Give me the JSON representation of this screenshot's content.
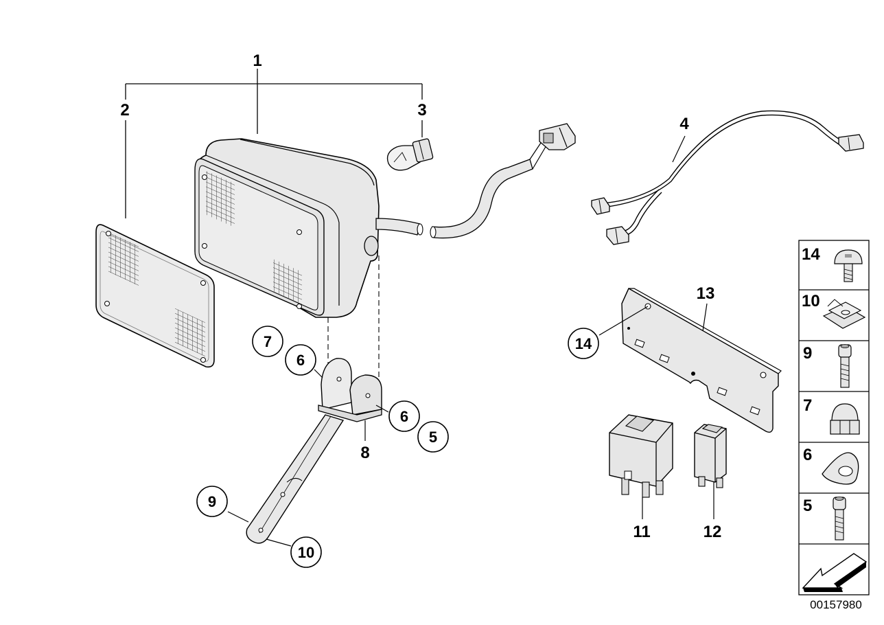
{
  "diagram": {
    "id": "00157980",
    "callouts": {
      "c1": "1",
      "c2": "2",
      "c3": "3",
      "c4": "4",
      "c5": "5",
      "c6a": "6",
      "c6b": "6",
      "c7": "7",
      "c8": "8",
      "c9": "9",
      "c10": "10",
      "c11": "11",
      "c12": "12",
      "c13": "13",
      "c14": "14"
    },
    "legend": [
      {
        "number": "14",
        "part": "button-head-screw-icon"
      },
      {
        "number": "10",
        "part": "clip-nut-icon"
      },
      {
        "number": "9",
        "part": "socket-head-screw-icon"
      },
      {
        "number": "7",
        "part": "cap-nut-icon"
      },
      {
        "number": "6",
        "part": "washer-icon"
      },
      {
        "number": "5",
        "part": "socket-head-screw-icon"
      },
      {
        "number": "",
        "part": "arrow-icon"
      }
    ]
  }
}
